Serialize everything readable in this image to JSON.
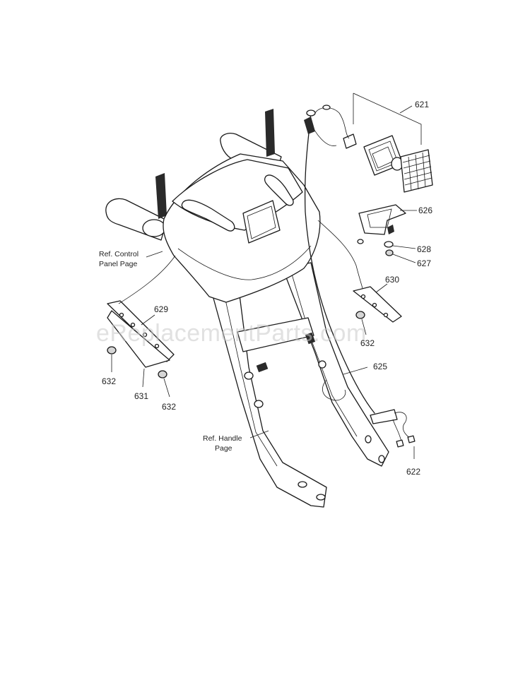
{
  "watermark": "eReplacementParts.com",
  "refs": {
    "control_panel_line1": "Ref. Control",
    "control_panel_line2": "Panel Page",
    "handle_line1": "Ref. Handle",
    "handle_line2": "Page"
  },
  "parts": {
    "p621": "621",
    "p622": "622",
    "p625": "625",
    "p626": "626",
    "p627": "627",
    "p628": "628",
    "p629": "629",
    "p630": "630",
    "p631": "631",
    "p632_left_a": "632",
    "p632_left_b": "632",
    "p632_right": "632"
  }
}
